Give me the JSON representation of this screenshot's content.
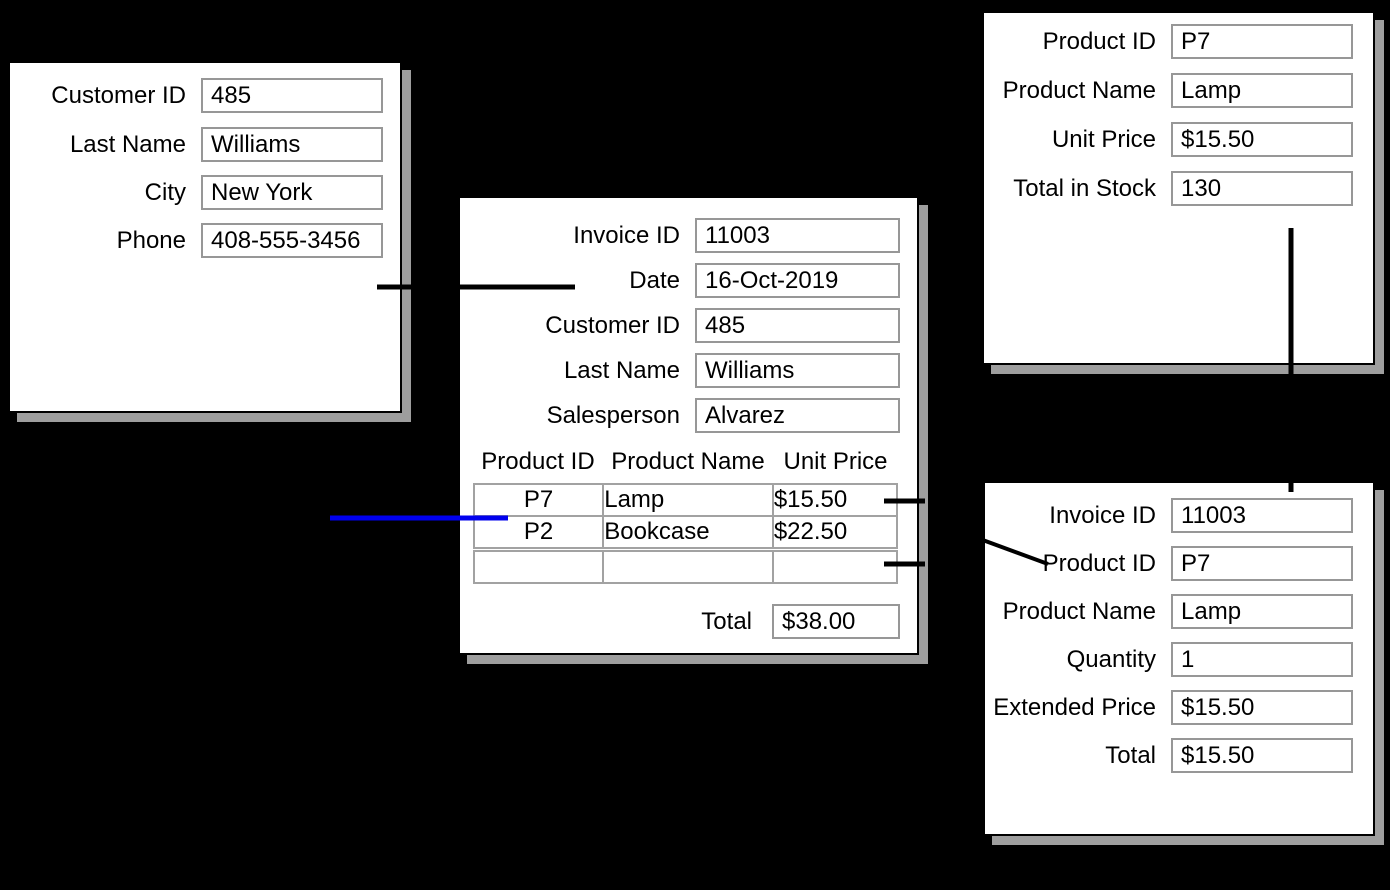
{
  "diagram": {
    "background_color": "#000000",
    "highlight_line_color": "#0000ee",
    "connector_line_color": "#000000"
  },
  "customer_form": {
    "fields": [
      {
        "label": "Customer ID",
        "value": "485"
      },
      {
        "label": "Last Name",
        "value": "Williams"
      },
      {
        "label": "City",
        "value": "New York"
      },
      {
        "label": "Phone",
        "value": "408-555-3456"
      }
    ]
  },
  "invoice_form": {
    "fields": [
      {
        "label": "Invoice ID",
        "value": "11003"
      },
      {
        "label": "Date",
        "value": "16-Oct-2019"
      },
      {
        "label": "Customer ID",
        "value": "485"
      },
      {
        "label": "Last Name",
        "value": "Williams"
      },
      {
        "label": "Salesperson",
        "value": "Alvarez"
      }
    ],
    "line_table": {
      "columns": [
        "Product ID",
        "Product Name",
        "Unit Price"
      ],
      "rows": [
        [
          "P7",
          "Lamp",
          "$15.50"
        ],
        [
          "P2",
          "Bookcase",
          "$22.50"
        ],
        [
          "",
          "",
          ""
        ]
      ]
    },
    "total_label": "Total",
    "total_value": "$38.00"
  },
  "product_form": {
    "fields": [
      {
        "label": "Product ID",
        "value": "P7"
      },
      {
        "label": "Product Name",
        "value": "Lamp"
      },
      {
        "label": "Unit Price",
        "value": "$15.50"
      },
      {
        "label": "Total in Stock",
        "value": "130"
      }
    ]
  },
  "invoice_line_form": {
    "fields": [
      {
        "label": "Invoice ID",
        "value": "11003"
      },
      {
        "label": "Product ID",
        "value": "P7"
      },
      {
        "label": "Product Name",
        "value": "Lamp"
      },
      {
        "label": "Quantity",
        "value": "1"
      },
      {
        "label": "Extended Price",
        "value": "$15.50"
      },
      {
        "label": "Total",
        "value": "$15.50"
      }
    ]
  }
}
